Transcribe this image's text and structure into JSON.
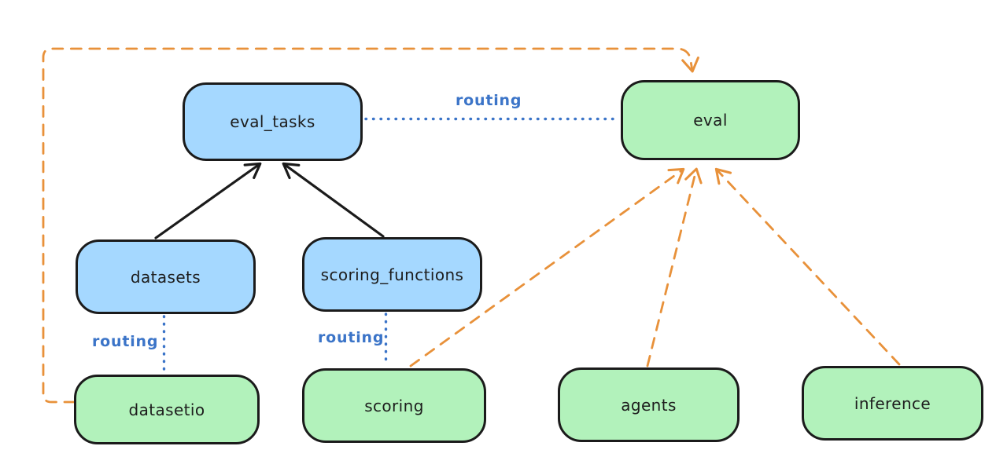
{
  "diagram": {
    "background": "#ffffff",
    "colors": {
      "node_blue_fill": "#a5d8ff",
      "node_green_fill": "#b2f2bb",
      "node_stroke": "#1b1b1b",
      "routing_blue": "#3b74c8",
      "arrow_orange": "#e8913a",
      "arrow_black": "#1b1b1b"
    },
    "nodes": [
      {
        "id": "eval_tasks",
        "label": "eval_tasks",
        "color": "blue"
      },
      {
        "id": "eval",
        "label": "eval",
        "color": "green"
      },
      {
        "id": "datasets",
        "label": "datasets",
        "color": "blue"
      },
      {
        "id": "scoring_functions",
        "label": "scoring_functions",
        "color": "blue"
      },
      {
        "id": "datasetio",
        "label": "datasetio",
        "color": "green"
      },
      {
        "id": "scoring",
        "label": "scoring",
        "color": "green"
      },
      {
        "id": "agents",
        "label": "agents",
        "color": "green"
      },
      {
        "id": "inference",
        "label": "inference",
        "color": "green"
      }
    ],
    "edges": [
      {
        "from": "datasets",
        "to": "eval_tasks",
        "style": "solid-black-arrow",
        "label": ""
      },
      {
        "from": "scoring_functions",
        "to": "eval_tasks",
        "style": "solid-black-arrow",
        "label": ""
      },
      {
        "from": "eval_tasks",
        "to": "eval",
        "style": "dotted-blue",
        "label": "routing"
      },
      {
        "from": "datasets",
        "to": "datasetio",
        "style": "dotted-blue",
        "label": "routing"
      },
      {
        "from": "scoring_functions",
        "to": "scoring",
        "style": "dotted-blue",
        "label": "routing"
      },
      {
        "from": "datasetio",
        "to": "eval",
        "style": "dashed-orange-arrow",
        "label": ""
      },
      {
        "from": "scoring",
        "to": "eval",
        "style": "dashed-orange-arrow",
        "label": ""
      },
      {
        "from": "agents",
        "to": "eval",
        "style": "dashed-orange-arrow",
        "label": ""
      },
      {
        "from": "inference",
        "to": "eval",
        "style": "dashed-orange-arrow",
        "label": ""
      }
    ]
  }
}
